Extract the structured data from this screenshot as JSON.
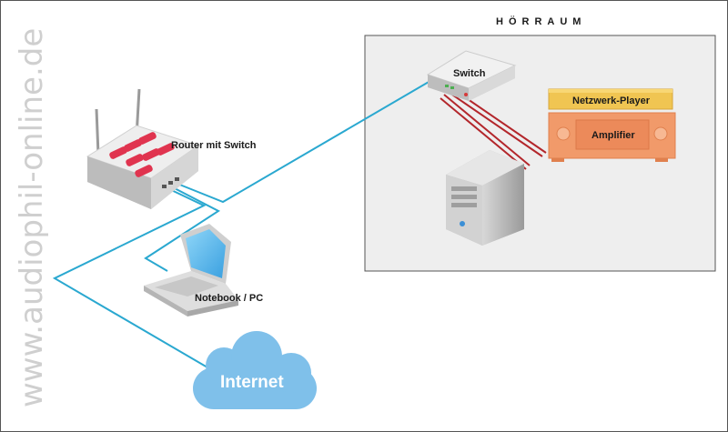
{
  "watermark": "www.audiophil-online.de",
  "room": {
    "title": "HÖRRAUM"
  },
  "devices": {
    "switch": "Switch",
    "netzwerk_player": "Netzwerk-Player",
    "amplifier": "Amplifier",
    "router": "Router mit Switch",
    "notebook": "Notebook / PC",
    "internet": "Internet"
  },
  "colors": {
    "lan_cable": "#2aa8d0",
    "audio_cable": "#b3262b",
    "room_fill": "#eeeeee",
    "player": "#f0c552",
    "amplifier": "#f19a6a",
    "cloud": "#7fc0ea"
  }
}
